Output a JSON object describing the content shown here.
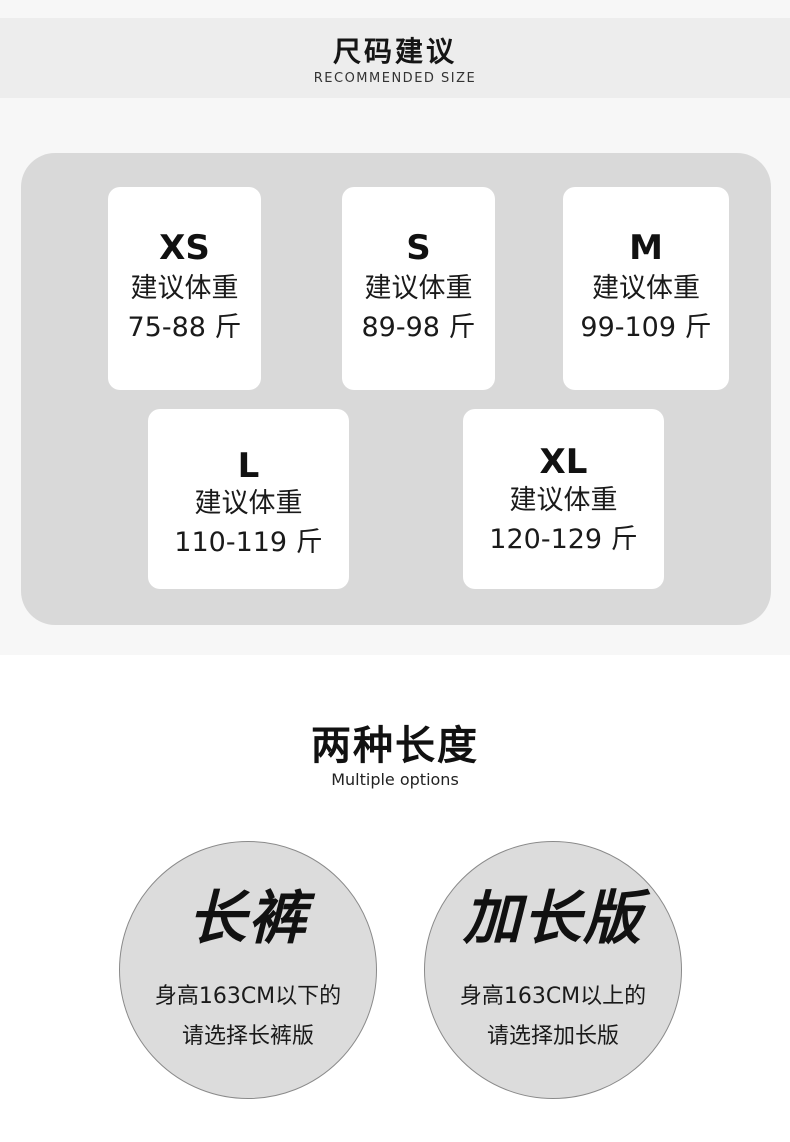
{
  "header": {
    "title": "尺码建议",
    "subtitle": "RECOMMENDED SIZE"
  },
  "sizes": [
    {
      "label": "XS",
      "text": "建议体重",
      "range": "75-88 斤"
    },
    {
      "label": "S",
      "text": "建议体重",
      "range": "89-98 斤"
    },
    {
      "label": "M",
      "text": "建议体重",
      "range": "99-109 斤"
    },
    {
      "label": "L",
      "text": "建议体重",
      "range": "110-119 斤"
    },
    {
      "label": "XL",
      "text": "建议体重",
      "range": "120-129 斤"
    }
  ],
  "lengths": {
    "title": "两种长度",
    "subtitle": "Multiple options",
    "options": [
      {
        "title": "长裤",
        "line1": "身高163CM以下的",
        "line2": "请选择长裤版"
      },
      {
        "title": "加长版",
        "line1": "身高163CM以上的",
        "line2": "请选择加长版"
      }
    ]
  },
  "colors": {
    "panel": "#d9d9d9",
    "card": "#ffffff",
    "circle": "#dcdcdc"
  }
}
